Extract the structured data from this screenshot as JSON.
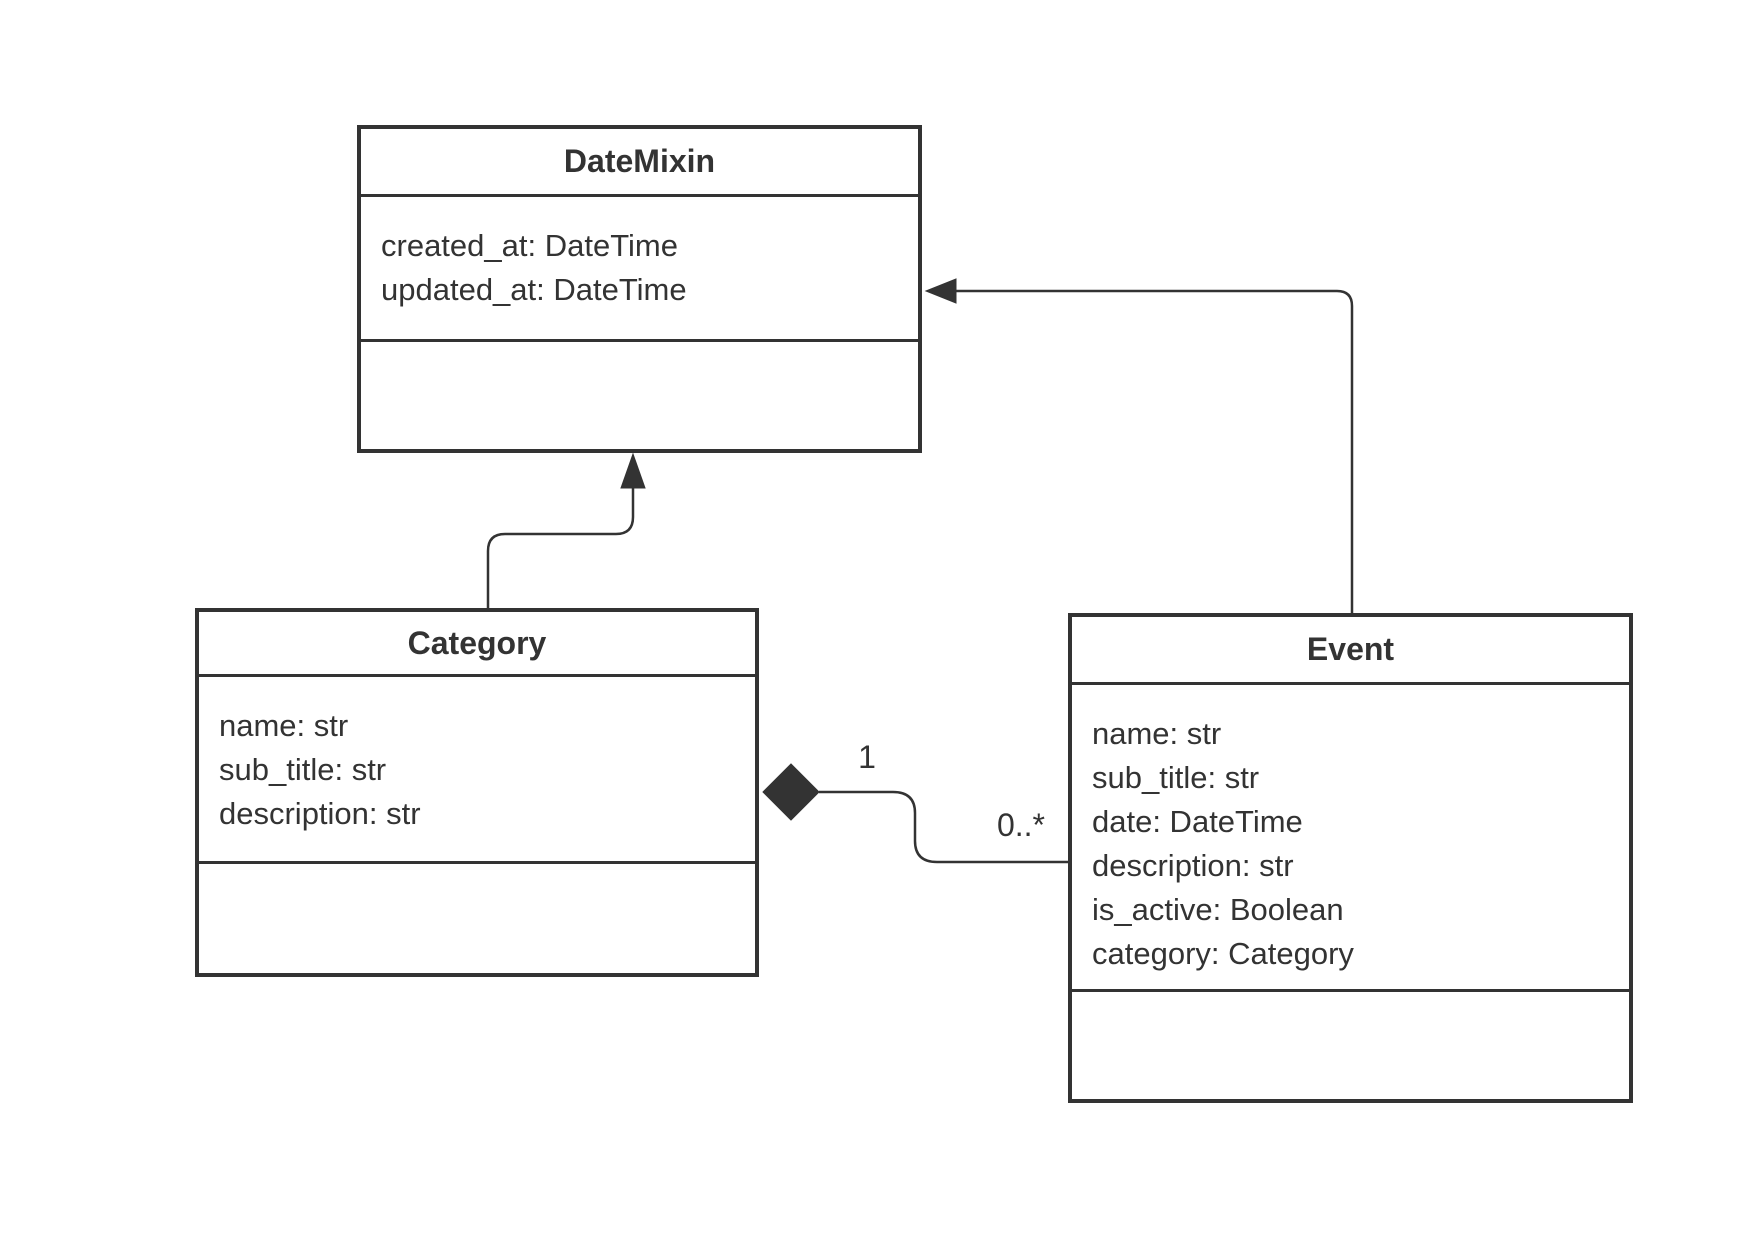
{
  "diagram": {
    "kind": "uml-class-diagram",
    "background_color": "#ffffff",
    "stroke_color": "#333333",
    "text_color": "#333333"
  },
  "classes": {
    "datemixin": {
      "name": "DateMixin",
      "attributes": [
        "created_at: DateTime",
        "updated_at: DateTime"
      ]
    },
    "category": {
      "name": "Category",
      "attributes": [
        "name: str",
        "sub_title: str",
        "description: str"
      ]
    },
    "event": {
      "name": "Event",
      "attributes": [
        "name: str",
        "sub_title: str",
        "date: DateTime",
        "description: str",
        "is_active: Boolean",
        "category: Category"
      ]
    }
  },
  "relationships": {
    "category_datemixin": {
      "type": "inheritance",
      "source": "Category",
      "target": "DateMixin",
      "arrow_style": "filled-triangle"
    },
    "event_datemixin": {
      "type": "inheritance",
      "source": "Event",
      "target": "DateMixin",
      "arrow_style": "filled-triangle"
    },
    "category_event": {
      "type": "composition",
      "source": "Category",
      "target": "Event",
      "source_multiplicity": "1",
      "target_multiplicity": "0..*",
      "diamond_style": "filled-diamond"
    }
  }
}
